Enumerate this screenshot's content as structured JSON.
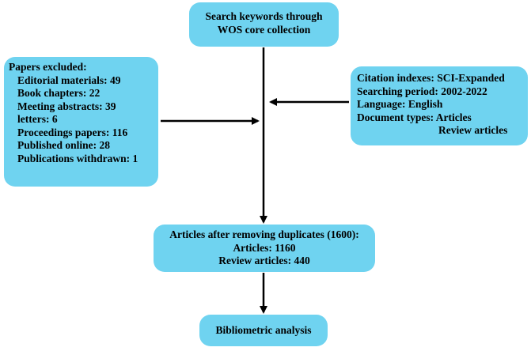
{
  "search": {
    "line1": "Search keywords through",
    "line2": "WOS core collection"
  },
  "excluded": {
    "heading": "Papers excluded:",
    "items": [
      "Editorial materials: 49",
      "Book chapters: 22",
      "Meeting abstracts: 39",
      "letters: 6",
      "Proceedings papers: 116",
      "Published online: 28",
      "Publications withdrawn: 1"
    ]
  },
  "criteria": {
    "lines": [
      "Citation indexes:  SCI-Expanded",
      "Searching period: 2002-2022",
      "Language: English",
      "Document types: Articles"
    ],
    "continuation": "Review articles"
  },
  "result": {
    "line1": "Articles after removing duplicates (1600):",
    "line2": "Articles: 1160",
    "line3": "Review articles: 440"
  },
  "analysis": {
    "label": "Bibliometric analysis"
  },
  "colors": {
    "box_fill": "#6fd3f0",
    "arrow": "#000000"
  }
}
